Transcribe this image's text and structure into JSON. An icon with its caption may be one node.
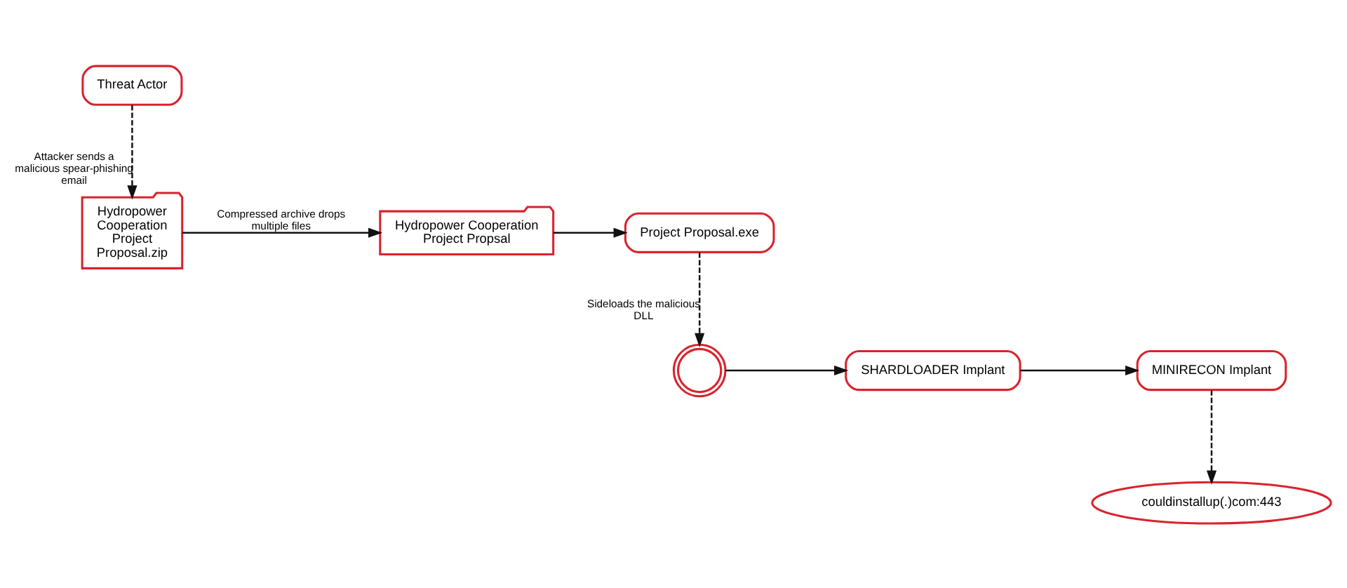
{
  "diagram": {
    "nodes": [
      {
        "text": [
          "Threat Actor"
        ]
      },
      {
        "text": [
          "Hydropower Cooperation Project Proposal.zip"
        ]
      },
      {
        "text": [
          "Hydropower Cooperation Project Propsal"
        ]
      },
      {
        "text": [
          "Project Proposal.exe"
        ]
      },
      {
        "text": [],
        "shape": "circle"
      },
      {
        "text": [
          "SHARDLOADER Implant"
        ]
      },
      {
        "text": [
          "MINIRECON Implant"
        ]
      },
      {
        "text": [
          "couldinstallup(.)com:443"
        ]
      }
    ],
    "edges": [
      {
        "from": 0,
        "to": 1,
        "arrow": "to",
        "style": "dashed",
        "label": "Attacker sends a malicious spear-phishing email"
      },
      {
        "from": 1,
        "to": 2,
        "arrow": "to",
        "label": "Compressed archive drops multiple files"
      },
      {
        "from": 2,
        "to": 3,
        "arrow": "to"
      },
      {
        "from": 3,
        "to": 4,
        "arrow": "to",
        "style": "dashed",
        "label": "Sideloads the malicious DLL"
      },
      {
        "from": 4,
        "to": 5,
        "arrow": "to"
      },
      {
        "from": 5,
        "to": 6,
        "arrow": "to"
      },
      {
        "from": 6,
        "to": 7,
        "arrow": "to",
        "style": "dashed"
      }
    ]
  }
}
